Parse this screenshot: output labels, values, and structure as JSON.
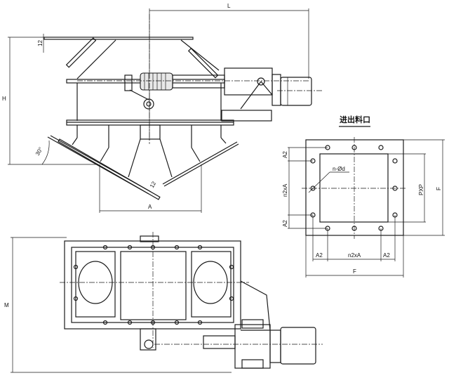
{
  "front_view": {
    "dim_L": "L",
    "dim_H": "H",
    "dim_plate_thickness_top": "12",
    "dim_plate_thickness_chute": "12",
    "dim_angle": "30°",
    "dim_A": "A"
  },
  "flange_view": {
    "title": "进出料口",
    "dim_A2_top": "A2",
    "dim_nxA_left": "n2xA",
    "dim_A2_bottom": "A2",
    "hole_callout": "n-Ød",
    "dim_PXP": "PXP",
    "dim_F_right": "F",
    "dim_A2_left": "A2",
    "dim_n2xA_bottom": "n2xA",
    "dim_A2_right": "A2",
    "dim_F_bottom": "F"
  },
  "plan_view": {
    "dim_M": "M"
  }
}
